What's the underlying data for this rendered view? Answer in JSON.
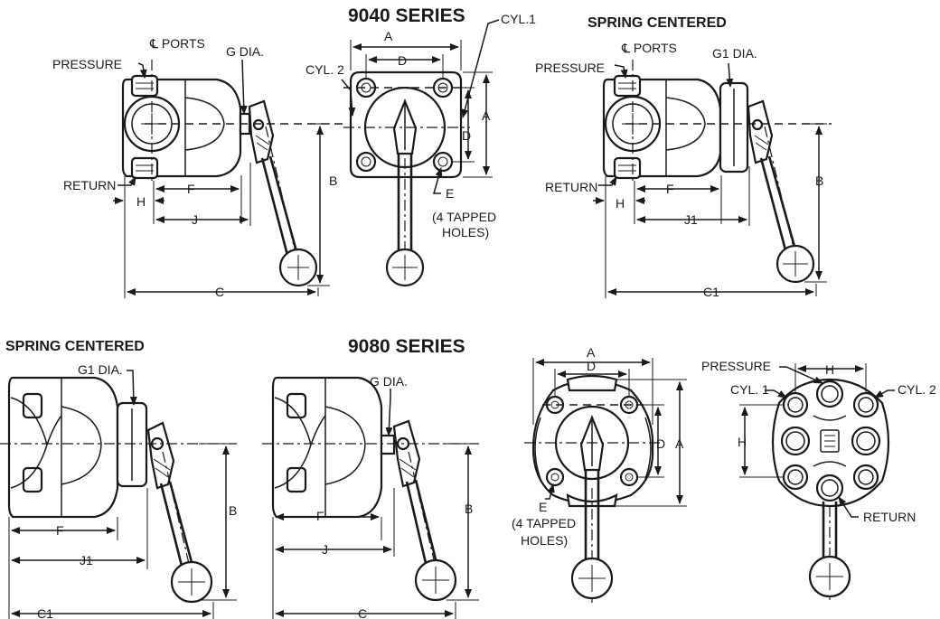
{
  "titles": {
    "series_9040": "9040 SERIES",
    "series_9080": "9080 SERIES",
    "spring_centered_top": "SPRING CENTERED",
    "spring_centered_bottom": "SPRING CENTERED"
  },
  "labels": {
    "cl_ports": "℄ PORTS",
    "pressure": "PRESSURE",
    "return": "RETURN",
    "g_dia": "G DIA.",
    "g1_dia": "G1 DIA.",
    "cyl1": "CYL.1",
    "cyl2": "CYL. 2",
    "cyl1_b": "CYL. 1",
    "cyl2_b": "CYL. 2",
    "e": "E",
    "tapped_1": "(4 TAPPED",
    "tapped_2": "HOLES)",
    "dim_a": "A",
    "dim_b": "B",
    "dim_c": "C",
    "dim_c1": "C1",
    "dim_d": "D",
    "dim_f": "F",
    "dim_h": "H",
    "dim_j": "J",
    "dim_j1": "J1"
  }
}
